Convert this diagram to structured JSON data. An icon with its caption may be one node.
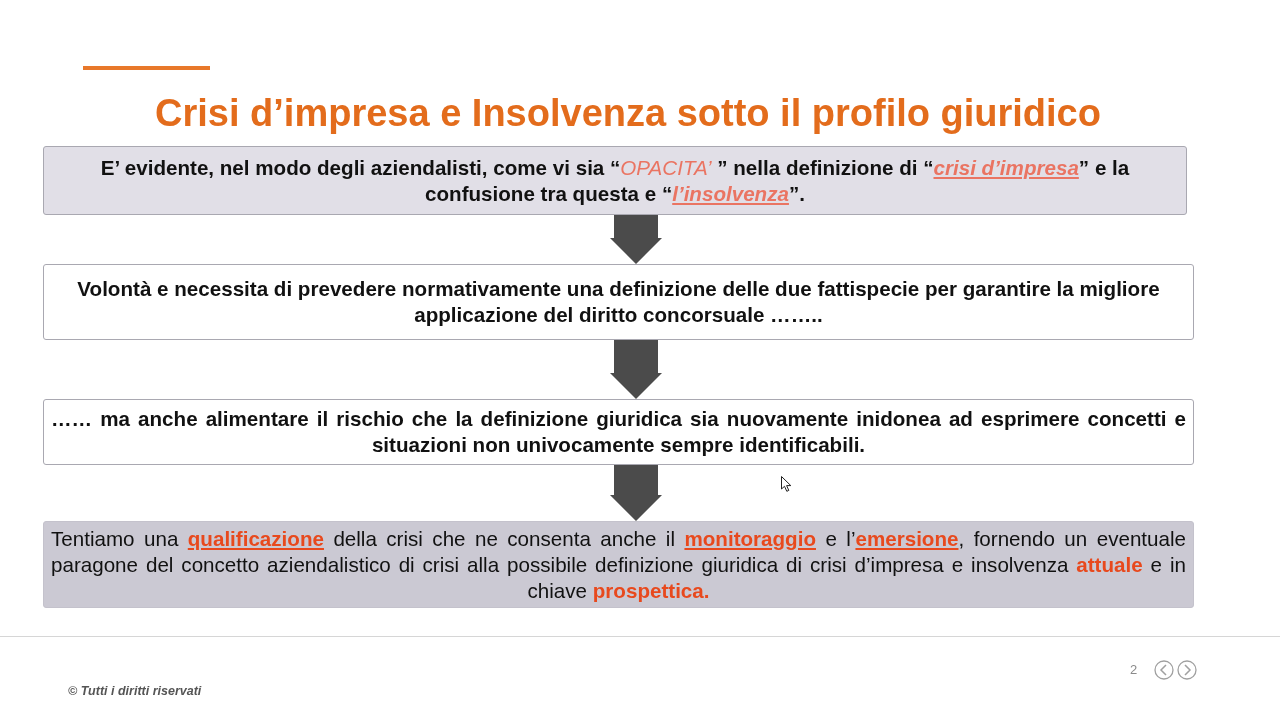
{
  "diagram": {
    "title": "Crisi d’impresa e Insolvenza sotto il profilo giuridico",
    "nodes": [
      {
        "text": [
          "E’ evidente, nel modo degli aziendalisti, come vi sia “*OPACITA’* ” nella definizione di “*crisi d’impresa*” e la confusione tra questa e “*l’insolvenza*”."
        ]
      },
      {
        "text": [
          "Volontà e necessita di prevedere normativamente una definizione delle due fattispecie per garantire la migliore applicazione del diritto concorsuale …….."
        ]
      },
      {
        "text": [
          "…… ma anche alimentare il rischio che la definizione giuridica sia nuovamente inidonea ad esprimere concetti e situazioni non univocamente sempre identificabili."
        ]
      },
      {
        "text": [
          "Tentiamo una **qualificazione** della crisi che ne consenta anche il **monitoraggio** e l’**emersione**, fornendo un eventuale paragone del concetto aziendalistico di crisi alla possibile definizione giuridica di crisi d’impresa e insolvenza **attuale** e in chiave **prospettica.**"
        ]
      }
    ],
    "edges": [
      {
        "from": 0,
        "to": 1,
        "arrow": "to",
        "style": "thick"
      },
      {
        "from": 1,
        "to": 2,
        "arrow": "to",
        "style": "thick"
      },
      {
        "from": 2,
        "to": 3,
        "arrow": "to",
        "style": "thick"
      }
    ],
    "labels": [
      "© Tutti i diritti riservati",
      "2"
    ]
  }
}
